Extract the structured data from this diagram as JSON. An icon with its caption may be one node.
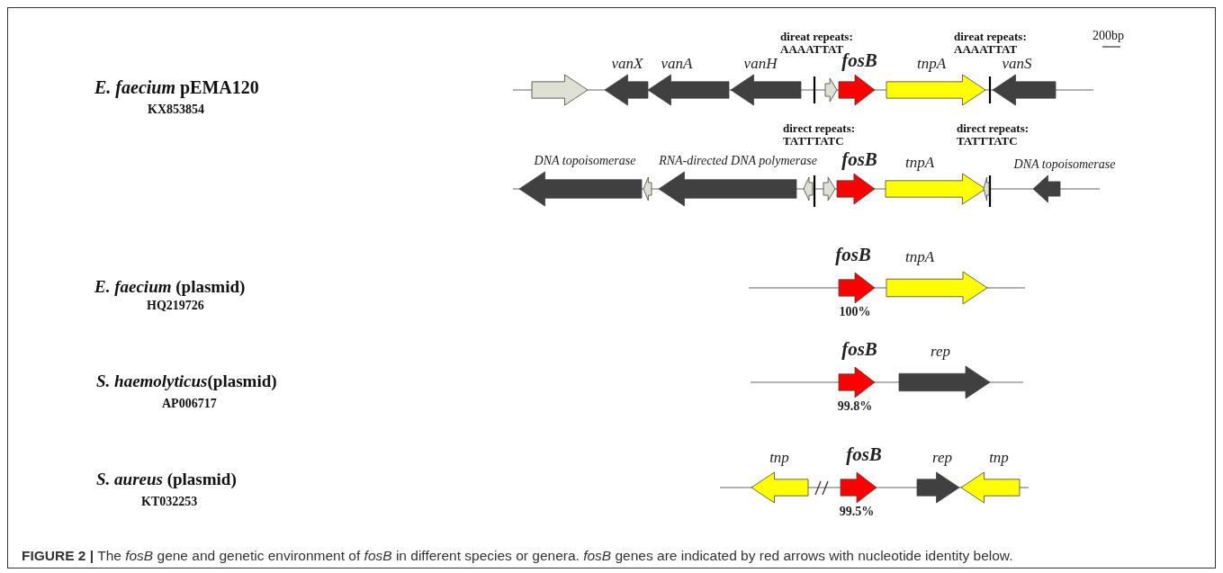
{
  "diagram": {
    "caption": "**FIGURE 2 |** The *fosB* gene and genetic environment of *fosB* in different species or genera. *fosB* genes are indicated by red arrows with nucleotide identity below.",
    "nodes": [
      {
        "text": [],
        "shape": "arrow"
      },
      {
        "text": [
          "vanX"
        ]
      },
      {
        "text": [
          "vanA"
        ]
      },
      {
        "text": [
          "vanH"
        ]
      },
      {
        "text": [],
        "shape": "arrow"
      },
      {
        "text": [
          "fosB"
        ]
      },
      {
        "text": [
          "tnpA"
        ]
      },
      {
        "text": [
          "vanS"
        ]
      },
      {
        "text": [
          "DNA topoisomerase"
        ]
      },
      {
        "text": [],
        "shape": "arrow"
      },
      {
        "text": [
          "RNA-directed DNA polymerase"
        ]
      },
      {
        "text": [],
        "shape": "arrow"
      },
      {
        "text": [],
        "shape": "arrow"
      },
      {
        "text": [
          "fosB"
        ]
      },
      {
        "text": [
          "tnpA"
        ]
      },
      {
        "text": [],
        "shape": "arrow"
      },
      {
        "text": [
          "DNA topoisomerase"
        ]
      },
      {
        "text": [
          "fosB"
        ],
        "beside": [
          "100%"
        ]
      },
      {
        "text": [
          "tnpA"
        ]
      },
      {
        "text": [
          "fosB"
        ],
        "beside": [
          "99.8%"
        ]
      },
      {
        "text": [
          "rep"
        ]
      },
      {
        "text": [
          "tnp"
        ]
      },
      {
        "text": [
          "fosB"
        ],
        "beside": [
          "99.5%"
        ]
      },
      {
        "text": [
          "rep"
        ]
      },
      {
        "text": [
          "tnp"
        ]
      }
    ],
    "labels": [
      "direat repeats: AAAATTAT",
      "direat repeats: AAAATTAT",
      "200bp",
      "*E. faecium* pEMA120",
      "KX853854",
      "direct repeats: TATTTATC",
      "direct repeats: TATTTATC",
      "*E. faecium*  (plasmid)",
      "HQ219726",
      "*S. haemolyticus*(plasmid)",
      "AP006717",
      "*S. aureus* (plasmid)",
      "KT032253"
    ]
  }
}
